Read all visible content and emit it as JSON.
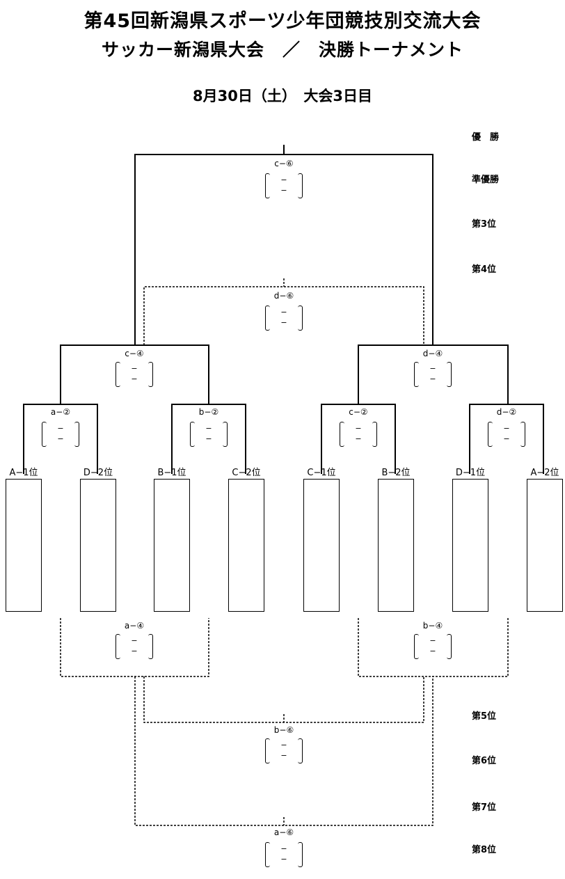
{
  "header": {
    "title_line1": "第45回新潟県スポーツ少年団競技別交流大会",
    "title_line2": "サッカー新潟県大会　／　決勝トーナメント",
    "date_line": "8月30日（土）　大会3日目"
  },
  "ranks": {
    "first": "優　勝",
    "second": "準優勝",
    "third": "第3位",
    "fourth": "第4位",
    "fifth": "第5位",
    "sixth": "第6位",
    "seventh": "第7位",
    "eighth": "第8位"
  },
  "slots": [
    "A−1位",
    "D−2位",
    "B−1位",
    "C−2位",
    "C−1位",
    "B−2位",
    "D−1位",
    "A−2位"
  ],
  "matches": {
    "a2": "a−②",
    "b2": "b−②",
    "c2": "c−②",
    "d2": "d−②",
    "c4": "c−④",
    "d4": "d−④",
    "c6": "c−⑥",
    "d6": "d−⑥",
    "a4": "a−④",
    "b4": "b−④",
    "b6": "b−⑥",
    "a6": "a−⑥"
  },
  "score_dash": "−"
}
